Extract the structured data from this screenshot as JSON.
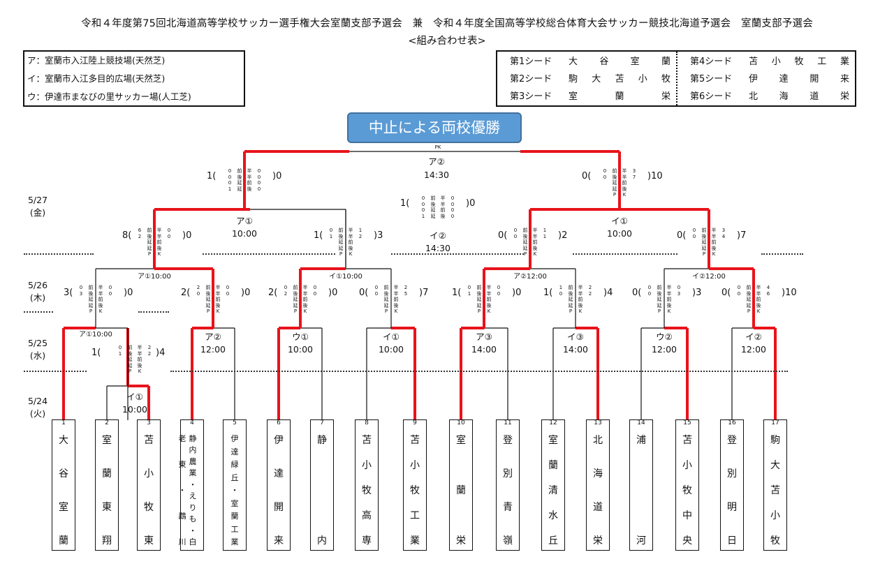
{
  "header": {
    "title": "令和４年度第75回北海道高等学校サッカー選手権大会室蘭支部予選会　兼　令和４年度全国高等学校総合体育大会サッカー競技北海道予選会　室蘭支部予選会",
    "subtitle": "<組み合わせ表>"
  },
  "venues": [
    "ア：室蘭市入江陸上競技場(天然芝)",
    "イ：室蘭市入江多目的広場(天然芝)",
    "ウ：伊達市まなびの里サッカー場(人工芝)"
  ],
  "seeds": [
    {
      "label": "第1シード",
      "name": [
        "大",
        "谷",
        "室",
        "蘭"
      ]
    },
    {
      "label": "第2シード",
      "name": [
        "駒",
        "大",
        "苫",
        "小",
        "牧"
      ]
    },
    {
      "label": "第3シード",
      "name": [
        "室",
        "蘭",
        "栄"
      ]
    },
    {
      "label": "第4シード",
      "name": [
        "苫",
        "小",
        "牧",
        "工",
        "業"
      ]
    },
    {
      "label": "第5シード",
      "name": [
        "伊",
        "達",
        "開",
        "来"
      ]
    },
    {
      "label": "第6シード",
      "name": [
        "北",
        "海",
        "道",
        "栄"
      ]
    }
  ],
  "banner": "中止による両校優勝",
  "dates": [
    {
      "date": "5/27",
      "dow": "(金)"
    },
    {
      "date": "5/26",
      "dow": "(木)"
    },
    {
      "date": "5/25",
      "dow": "(水)"
    },
    {
      "date": "5/24",
      "dow": "(火)"
    }
  ],
  "teams": [
    {
      "num": "1",
      "chars": [
        "大",
        "谷",
        "室",
        "蘭"
      ]
    },
    {
      "num": "2",
      "chars": [
        "室",
        "蘭",
        "東",
        "翔"
      ]
    },
    {
      "num": "3",
      "chars": [
        "苫",
        "小",
        "牧",
        "東"
      ]
    },
    {
      "num": "4",
      "chars": [
        "静",
        "内",
        "農",
        "業",
        "・",
        "え",
        "り",
        "も",
        "・",
        "白"
      ],
      "chars2": [
        "老",
        "東",
        "・",
        "鵡",
        "川"
      ]
    },
    {
      "num": "5",
      "chars": [
        "伊",
        "達",
        "緑",
        "丘",
        "・",
        "室",
        "蘭",
        "工",
        "業"
      ]
    },
    {
      "num": "6",
      "chars": [
        "伊",
        "達",
        "開",
        "来"
      ]
    },
    {
      "num": "7",
      "chars": [
        "静",
        "内"
      ]
    },
    {
      "num": "8",
      "chars": [
        "苫",
        "小",
        "牧",
        "高",
        "専"
      ]
    },
    {
      "num": "9",
      "chars": [
        "苫",
        "小",
        "牧",
        "工",
        "業"
      ]
    },
    {
      "num": "10",
      "chars": [
        "室",
        "蘭",
        "栄"
      ]
    },
    {
      "num": "11",
      "chars": [
        "登",
        "別",
        "青",
        "嶺"
      ]
    },
    {
      "num": "12",
      "chars": [
        "室",
        "蘭",
        "清",
        "水",
        "丘"
      ]
    },
    {
      "num": "13",
      "chars": [
        "北",
        "海",
        "道",
        "栄"
      ]
    },
    {
      "num": "14",
      "chars": [
        "浦",
        "河"
      ]
    },
    {
      "num": "15",
      "chars": [
        "苫",
        "小",
        "牧",
        "中",
        "央"
      ]
    },
    {
      "num": "16",
      "chars": [
        "登",
        "別",
        "明",
        "日"
      ]
    },
    {
      "num": "17",
      "chars": [
        "駒",
        "大",
        "苫",
        "小",
        "牧"
      ]
    }
  ],
  "matches": {
    "r1": {
      "venue": "イ①",
      "time": "10:00",
      "l": "1(",
      "r": ")4",
      "lv": [
        "0",
        "1"
      ],
      "rv": [
        "2",
        "2"
      ]
    },
    "r2": [
      {
        "venue": "ア①10:00",
        "l": "3(",
        "r": ")0",
        "lv": [
          "0",
          "3"
        ],
        "rv": [
          "0",
          "0"
        ]
      },
      {
        "venue": "ア②",
        "time": "12:00",
        "l": "2(",
        "r": ")0",
        "lv": [
          "2",
          "0"
        ],
        "rv": [
          "0",
          "0"
        ]
      },
      {
        "venue": "ウ①",
        "time": "10:00",
        "l": "2(",
        "r": ")0",
        "lv": [
          "0",
          "2"
        ],
        "rv": [
          "0",
          "0"
        ]
      },
      {
        "venue": "イ①",
        "time": "10:00",
        "l": "0(",
        "r": ")7",
        "lv": [
          "0",
          "0"
        ],
        "rv": [
          "2",
          "5"
        ]
      },
      {
        "venue": "ア③",
        "time": "14:00",
        "l": "1(",
        "r": ")0",
        "lv": [
          "0",
          "1"
        ],
        "rv": [
          "0",
          "0"
        ]
      },
      {
        "venue": "イ③",
        "time": "14:00",
        "l": "1(",
        "r": ")4",
        "lv": [
          "1",
          "0"
        ],
        "rv": [
          "2",
          "2"
        ]
      },
      {
        "venue": "ウ②",
        "time": "12:00",
        "l": "0(",
        "r": ")3",
        "lv": [
          "0",
          "0"
        ],
        "rv": [
          "0",
          "3"
        ]
      },
      {
        "venue": "イ②",
        "time": "12:00",
        "l": "0(",
        "r": ")10",
        "lv": [
          "0",
          "0"
        ],
        "rv": [
          "4",
          "6"
        ]
      }
    ],
    "qf": [
      {
        "venue": "ア①10:00",
        "l": "8(",
        "r": ")0",
        "lv": [
          "6",
          "2"
        ],
        "rv": [
          "0",
          "0"
        ]
      },
      {
        "venue": "イ①10:00",
        "l": "1(",
        "r": ")3",
        "lv": [
          "0",
          "1"
        ],
        "rv": [
          "1",
          "2"
        ]
      },
      {
        "venue": "ア②12:00",
        "l": "0(",
        "r": ")2",
        "lv": [
          "0",
          "0"
        ],
        "rv": [
          "1",
          "1"
        ]
      },
      {
        "venue": "イ②12:00",
        "l": "0(",
        "r": ")7",
        "lv": [
          "0",
          "0"
        ],
        "rv": [
          "3",
          "4"
        ]
      }
    ],
    "sf": [
      {
        "venue": "ア①",
        "time": "10:00",
        "l": "1(",
        "r": ")0",
        "lv": [
          "0",
          "0",
          "0",
          "1"
        ],
        "rv": [
          "0",
          "0",
          "0",
          "0"
        ]
      },
      {
        "venue": "イ②",
        "time": "14:30",
        "l": "1(",
        "r": ")0",
        "lv": [
          "0",
          "0",
          "0",
          "1"
        ],
        "rv": [
          "0",
          "0",
          "0",
          "0"
        ]
      },
      {
        "venue": "イ①",
        "time": "10:00",
        "l": "0(",
        "r": ")10",
        "lv": [
          "0",
          "0"
        ],
        "rv": [
          "3",
          "7"
        ]
      }
    ],
    "final": {
      "venue": "ア②",
      "time": "14:30",
      "l": "0(",
      "r": ")0"
    }
  },
  "periods": [
    "前",
    "後",
    "延",
    "延",
    "P"
  ],
  "periods_b": [
    "半",
    "半",
    "前",
    "後",
    "K"
  ]
}
